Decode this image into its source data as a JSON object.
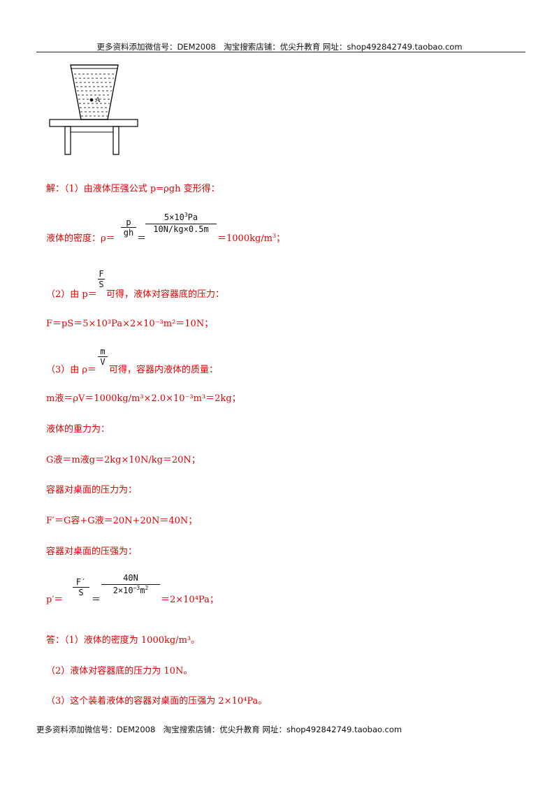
{
  "header": "更多资料添加微信号：DEM2008　淘宝搜索店铺：优尖升教育  网址：shop492842749.taobao.com",
  "footer": "更多资料添加微信号：DEM2008　淘宝搜索店铺：优尖升教育  网址：shop492842749.taobao.com",
  "figure": {
    "point_label": "A"
  },
  "solution": {
    "line1": "解：（1）由液体压强公式 p=ρgh 变形得：",
    "line2_prefix": "液体的密度：ρ＝",
    "frac1_num": "p",
    "frac1_den": "gh",
    "frac2_num_a": "5×10",
    "frac2_num_exp": "3",
    "frac2_num_b": "Pa",
    "frac2_den": "10N/kg×0.5m",
    "line2_suffix": "＝1000kg/m",
    "line2_suffix_exp": "3",
    "line2_end": "；",
    "line3_prefix": "（2）由 p＝",
    "frac3_num": "F",
    "frac3_den": "S",
    "line3_suffix": "可得，液体对容器底的压力：",
    "line4": "F＝pS＝5×10³Pa×2×10⁻³m²＝10N；",
    "line5_prefix": "（3）由 ρ＝",
    "frac4_num": "m",
    "frac4_den": "V",
    "line5_suffix": "可得，容器内液体的质量：",
    "line6": "m液＝ρV＝1000kg/m³×2.0×10⁻³m³＝2kg；",
    "line7": "液体的重力为：",
    "line8": "G液＝m液g＝2kg×10N/kg＝20N；",
    "line9": "容器对桌面的压力为：",
    "line10": "F′＝G容+G液＝20N+20N＝40N；",
    "line11": "容器对桌面的压强为：",
    "line12_prefix": "p′＝",
    "frac5_num": "F′",
    "frac5_den": "S",
    "frac6_num": "40N",
    "frac6_den_a": "2×10",
    "frac6_den_exp": "−3",
    "frac6_den_b": "m",
    "frac6_den_exp2": "2",
    "line12_suffix": "＝2×10⁴Pa；",
    "ans1": "答：（1）液体的密度为 1000kg/m³。",
    "ans2": "（2）液体对容器底的压力为 10N。",
    "ans3": "（3）这个装着液体的容器对桌面的压强为 2×10⁴Pa。"
  }
}
